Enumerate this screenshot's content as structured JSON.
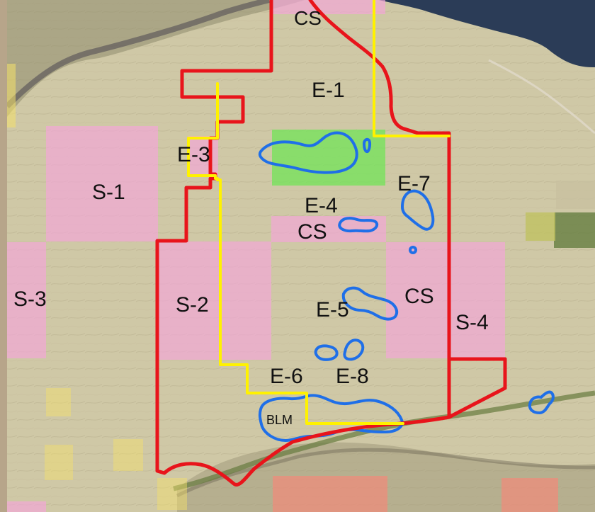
{
  "map": {
    "labels": {
      "cs_top": "CS",
      "e1": "E-1",
      "e3": "E-3",
      "s1": "S-1",
      "e4": "E-4",
      "e7": "E-7",
      "cs_mid": "CS",
      "s3": "S-3",
      "s2": "S-2",
      "e5": "E-5",
      "cs_right": "CS",
      "s4": "S-4",
      "e6": "E-6",
      "e8": "E-8",
      "blm": "BLM"
    },
    "colors": {
      "frame": "#b7a58a",
      "terrain": "#cfc8a6",
      "state_parcel": "#f3a7d8",
      "boundary_red": "#e8141b",
      "boundary_yellow": "#fff200",
      "wetland_outline": "#1f6fe8",
      "green_parcel": "#74e35b",
      "yellow_parcel": "#f4e06a",
      "salmon_parcel": "#f08a7a",
      "water": "#2b3c57"
    }
  }
}
